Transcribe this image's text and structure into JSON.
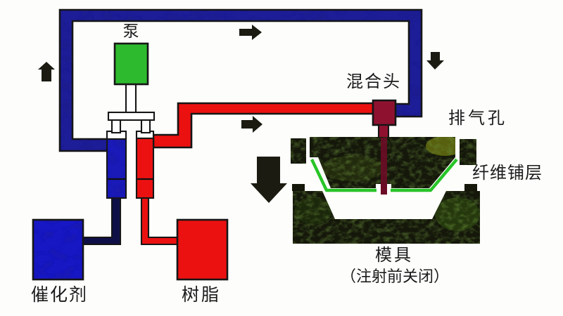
{
  "figure": {
    "type": "resin-transfer-molding-process-diagram",
    "background": "#fdfdfb",
    "labels": {
      "pump": "泵",
      "mixing_head": "混合头",
      "vent_hole": "排气孔",
      "fiber_layup": "纤维铺层",
      "mold": "模具",
      "mold_note": "（注射前关闭）",
      "catalyst": "催化剂",
      "resin": "树脂"
    },
    "flow_arrows": [
      {
        "name": "loop-up-arrow",
        "direction": "up"
      },
      {
        "name": "loop-right-arrow",
        "direction": "right"
      },
      {
        "name": "resin-right-arrow",
        "direction": "right"
      },
      {
        "name": "loop-down-arrow",
        "direction": "down"
      },
      {
        "name": "injection-down-arrow",
        "direction": "down"
      }
    ],
    "colors": {
      "loop_pipe_blue": "#1d1d97",
      "cylinder_blue": "#1a1ab8",
      "tank_blue": "#1717c4",
      "dark_feed_blue": "#0f0f48",
      "resin_red": "#ec1111",
      "pump_green": "#2eba2e",
      "mixing_head_maroon": "#8e1230",
      "sprue_maroon": "#6c0c26",
      "fiber_green": "#27c427",
      "mold_dark": "#14170a",
      "arrow_black": "#1b1b12",
      "outline_black": "#161616",
      "white": "#ffffff"
    }
  }
}
